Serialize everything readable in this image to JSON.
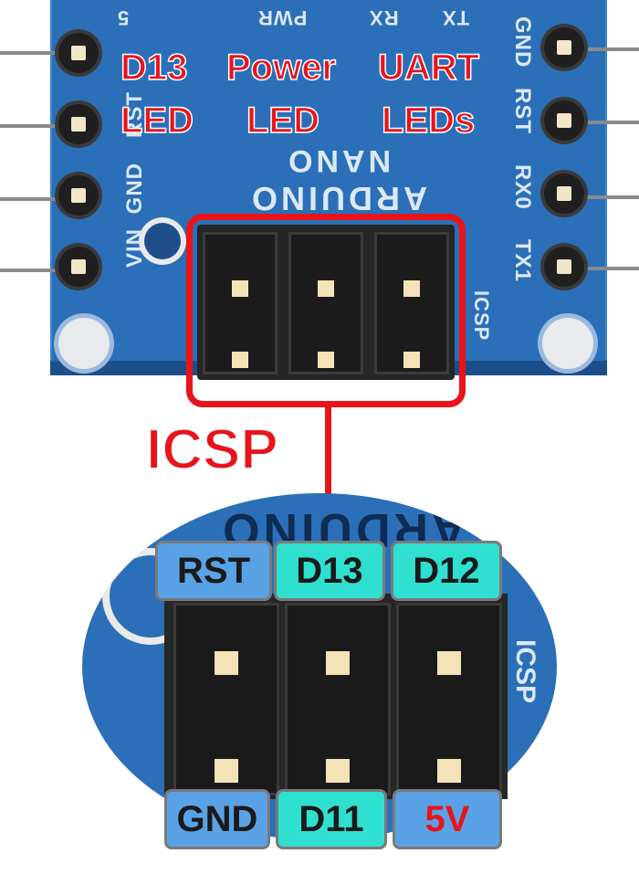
{
  "colors": {
    "board": "#2a6fb8",
    "callout_red": "#e8141a",
    "label_blue": "#5aa2e6",
    "label_cyan": "#2fe0d0",
    "five_volt_text": "#e8141a"
  },
  "silkscreen": {
    "top_left": [
      "5",
      "PWR",
      "RX",
      "TX"
    ],
    "top_right_col": [
      "GND",
      "RST",
      "RX0",
      "TX1"
    ],
    "left_col": [
      "RST",
      "GND",
      "VIN"
    ],
    "arduino": "ARDUINO",
    "nano": "NANO",
    "icsp_small": "ICSP"
  },
  "callouts": {
    "d13_led": [
      "D13",
      "LED"
    ],
    "power_led": [
      "Power",
      "LED"
    ],
    "uart_leds": [
      "UART",
      "LEDs"
    ],
    "icsp": "ICSP"
  },
  "zoom": {
    "board_text": "ARDUINO",
    "side_text": "ICSP"
  },
  "icsp_pins": {
    "top_row": [
      "RST",
      "D13",
      "D12"
    ],
    "bottom_row": [
      "GND",
      "D11",
      "5V"
    ]
  }
}
